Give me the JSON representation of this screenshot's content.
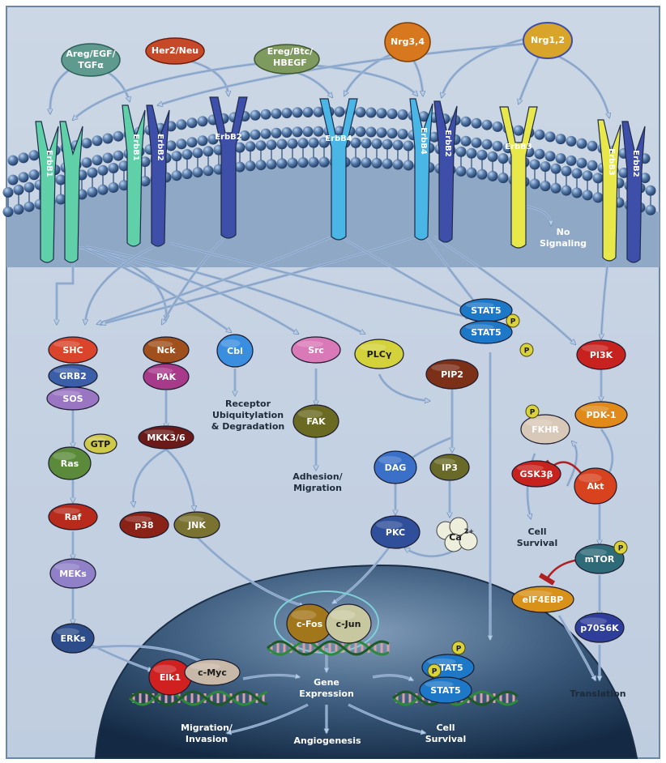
{
  "ligands": {
    "areg": [
      "Areg/EGF/",
      "TGFα"
    ],
    "her2": "Her2/Neu",
    "ereg": [
      "Ereg/Btc/",
      "HBEGF"
    ],
    "nrg34": "Nrg3,4",
    "nrg12": "Nrg1,2"
  },
  "receptors": {
    "erbb1_a": "ErbB1",
    "erbb1_b": "ErbB1",
    "erbb2_a": "ErbB2",
    "erbb2_b": "ErbB2",
    "erbb4_a": "ErbB4",
    "erbb4_b": "ErbB4",
    "erbb2_c": "ErbB2",
    "erbb3_a": "ErbB3",
    "erbb3_b": "ErbB3",
    "erbb2_d": "ErbB2"
  },
  "no_signaling": [
    "No",
    "Signaling"
  ],
  "nodes": {
    "shc": "SHC",
    "grb2": "GRB2",
    "sos": "SOS",
    "ras": "Ras",
    "gtp": "GTP",
    "raf": "Raf",
    "meks": "MEKs",
    "erks": "ERKs",
    "nck": "Nck",
    "pak": "PAK",
    "mkk": "MKK3/6",
    "p38": "p38",
    "jnk": "JNK",
    "cbl": "Cbl",
    "src": "Src",
    "fak": "FAK",
    "plcg": "PLCγ",
    "pip2": "PIP2",
    "dag": "DAG",
    "ip3": "IP3",
    "pkc": "PKC",
    "ca": "Ca",
    "ca_sup": "2+",
    "stat5a": "STAT5",
    "stat5b": "STAT5",
    "stat5c": "STAT5",
    "stat5d": "STAT5",
    "p": "P",
    "pi3k": "PI3K",
    "pdk1": "PDK-1",
    "fkhr": "FKHR",
    "gsk3b": "GSK3β",
    "akt": "Akt",
    "mtor": "mTOR",
    "eif4ebp": "eIF4EBP",
    "p70s6k": "p70S6K",
    "cfos": "c-Fos",
    "cjun": "c-Jun",
    "elk1": "Elk1",
    "cmyc": "c-Myc"
  },
  "outcomes": {
    "receptor_ub": [
      "Receptor",
      "Ubiquitylation",
      "& Degradation"
    ],
    "adhesion": [
      "Adhesion/",
      "Migration"
    ],
    "cell_survival_1": [
      "Cell",
      "Survival"
    ],
    "translation": "Translation",
    "gene_expression": [
      "Gene",
      "Expression"
    ],
    "migration_invasion": [
      "Migration/",
      "Invasion"
    ],
    "angiogenesis": "Angiogenesis",
    "cell_survival_2": [
      "Cell",
      "Survival"
    ]
  },
  "colors": {
    "background": "#c7d3e2",
    "membrane": "#3f6aa1",
    "nucleus": "#1d3550",
    "erbb1": "#5fd0a8",
    "erbb2": "#3d4fa8",
    "erbb4": "#49b6e6",
    "erbb3": "#e8e84a"
  }
}
